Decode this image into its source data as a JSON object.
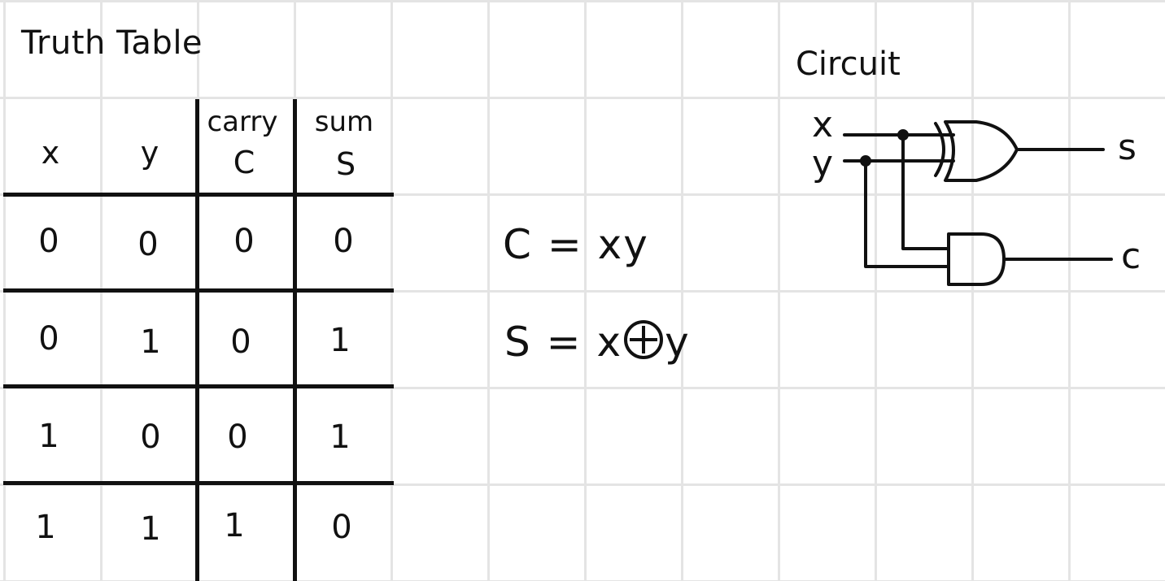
{
  "truth_table": {
    "title": "Truth Table",
    "headers": [
      {
        "top": "",
        "bottom": "x"
      },
      {
        "top": "",
        "bottom": "y"
      },
      {
        "top": "carry",
        "bottom": "C"
      },
      {
        "top": "sum",
        "bottom": "S"
      }
    ],
    "rows": [
      [
        "0",
        "0",
        "0",
        "0"
      ],
      [
        "0",
        "1",
        "0",
        "1"
      ],
      [
        "1",
        "0",
        "0",
        "1"
      ],
      [
        "1",
        "1",
        "1",
        "0"
      ]
    ]
  },
  "equations": {
    "carry": {
      "lhs": "C",
      "op": "=",
      "rhs": "xy"
    },
    "sum": {
      "lhs": "S",
      "op": "=",
      "rhs_left": "x",
      "rhs_right": "y"
    }
  },
  "circuit": {
    "title": "Circuit",
    "inputs": [
      "x",
      "y"
    ],
    "outputs": [
      "s",
      "c"
    ],
    "gates": [
      "xor-gate",
      "and-gate"
    ]
  }
}
